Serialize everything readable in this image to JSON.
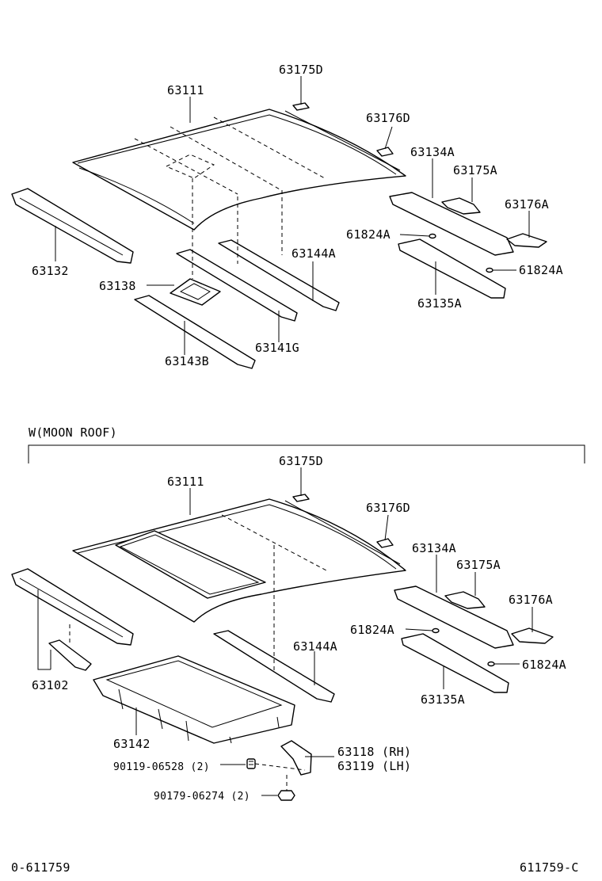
{
  "upper": {
    "labels": {
      "roof_panel": "63111",
      "cap_d": "63175D",
      "bracket_d": "63176D",
      "rear_rail": "63134A",
      "cap_a": "63175A",
      "bracket_a": "63176A",
      "clip_left": "61824A",
      "clip_right": "61824A",
      "front_rail": "63132",
      "center_plate": "63138",
      "bow_144": "63144A",
      "rear_reinf": "63135A",
      "bow_141": "63141G",
      "bow_143": "63143B"
    }
  },
  "section_title": "W(MOON ROOF)",
  "lower": {
    "labels": {
      "roof_panel": "63111",
      "cap_d": "63175D",
      "bracket_d": "63176D",
      "rear_rail": "63134A",
      "cap_a": "63175A",
      "bracket_a": "63176A",
      "clip_left": "61824A",
      "clip_right": "61824A",
      "front_rail": "63102",
      "bow_144": "63144A",
      "rear_reinf": "63135A",
      "frame": "63142",
      "bracket_rh": "63118 (RH)",
      "bracket_lh": "63119 (LH)",
      "bolt": "90119-06528 (2)",
      "nut": "90179-06274 (2)"
    }
  },
  "footer": {
    "left_code": "0-611759",
    "right_code": "611759-C"
  }
}
